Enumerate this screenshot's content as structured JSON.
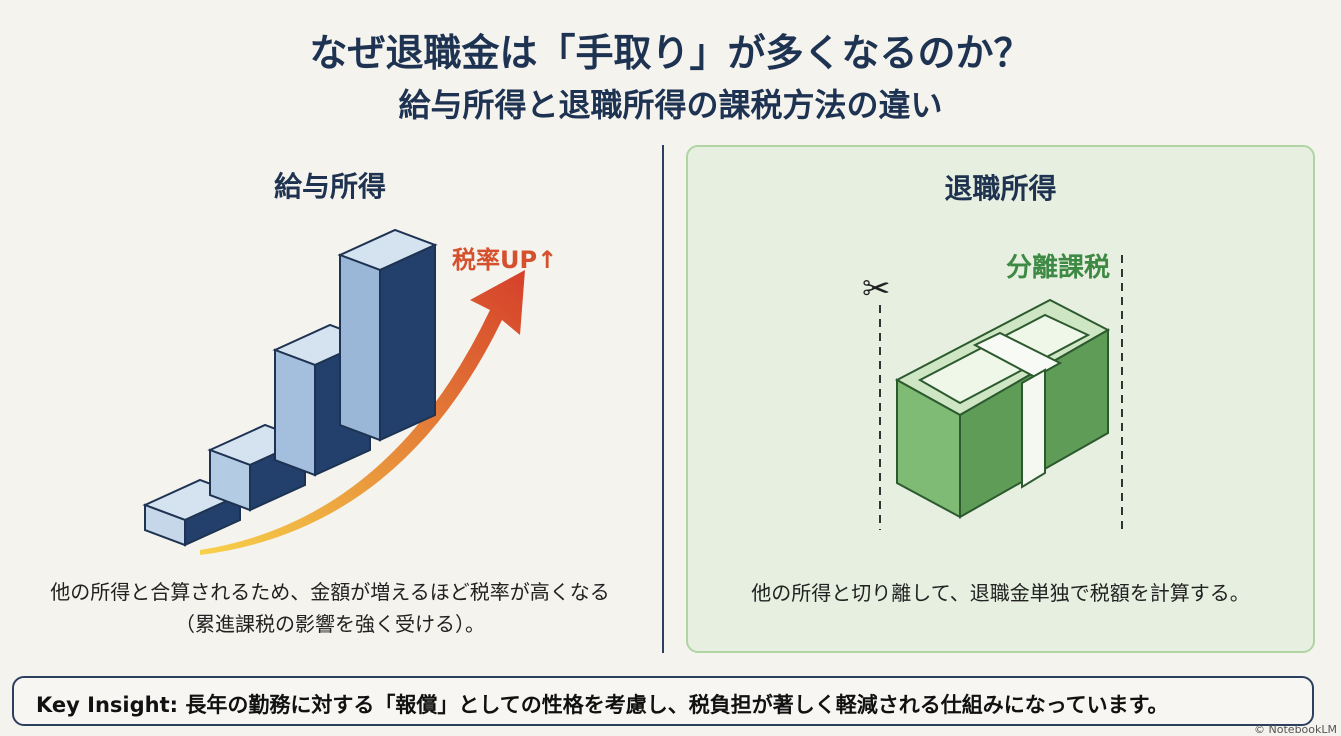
{
  "title": "なぜ退職金は「手取り」が多くなるのか？",
  "subtitle": "給与所得と退職所得の課税方法の違い",
  "left": {
    "heading": "給与所得",
    "badge": "税率UP↑",
    "description": "他の所得と合算されるため、金額が増えるほど税率が高くなる（累進課税の影響を強く受ける）。"
  },
  "right": {
    "heading": "退職所得",
    "badge": "分離課税",
    "description": "他の所得と切り離して、退職金単独で税額を計算する。"
  },
  "key_insight": "Key Insight: 長年の勤務に対する「報償」としての性格を考慮し、税負担が著しく軽減される仕組みになっています。",
  "watermark": "© NotebookLM",
  "colors": {
    "navy": "#1e3352",
    "red": "#d5502c",
    "green": "#3e8a45"
  }
}
